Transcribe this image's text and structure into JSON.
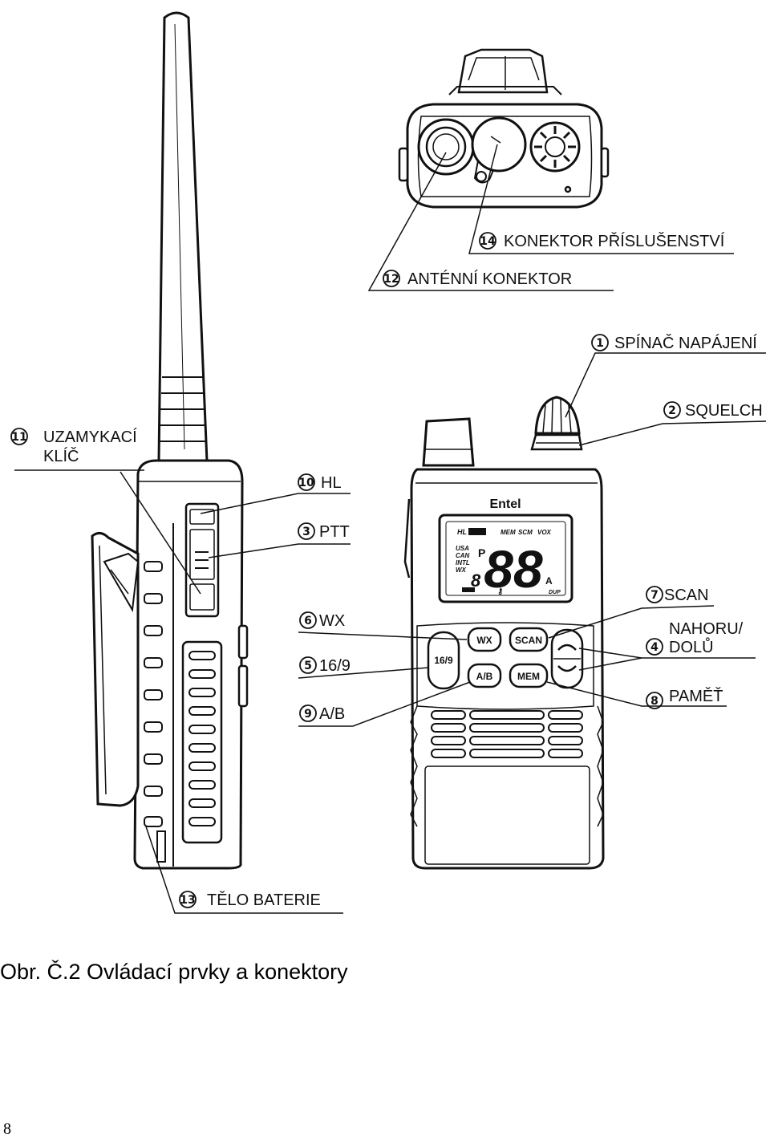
{
  "diagram": {
    "callouts": [
      {
        "id": "power",
        "number": "1",
        "label": "SPÍNAČ NAPÁJENÍ"
      },
      {
        "id": "squelch",
        "number": "2",
        "label": "SQUELCH"
      },
      {
        "id": "ptt",
        "number": "3",
        "label": "PTT"
      },
      {
        "id": "updown",
        "number": "4",
        "label_line1": "NAHORU/",
        "label_line2": "DOLŮ"
      },
      {
        "id": "ch169",
        "number": "5",
        "label": "16/9"
      },
      {
        "id": "wx",
        "number": "6",
        "label": "WX"
      },
      {
        "id": "scan",
        "number": "7",
        "label": "SCAN"
      },
      {
        "id": "memory",
        "number": "8",
        "label": "PAMĚŤ"
      },
      {
        "id": "ab",
        "number": "9",
        "label": "A/B"
      },
      {
        "id": "hl",
        "number": "10",
        "label": "HL"
      },
      {
        "id": "lock",
        "number": "11",
        "label_line1": "UZAMYKACÍ",
        "label_line2": "KLÍČ"
      },
      {
        "id": "antenna",
        "number": "12",
        "label": "ANTÉNNÍ KONEKTOR"
      },
      {
        "id": "battery",
        "number": "13",
        "label": "TĚLO BATERIE"
      },
      {
        "id": "accessory",
        "number": "14",
        "label": "KONEKTOR PŘÍSLUŠENSTVÍ"
      }
    ],
    "radio": {
      "brand": "Entel",
      "lcd": {
        "indicators": [
          "HL",
          "MEM",
          "SCM",
          "VOX"
        ],
        "regions": [
          "USA",
          "CAN",
          "INTL",
          "WX"
        ],
        "p_mark": "P",
        "small_digit": "8",
        "digits": "88",
        "a_mark": "A",
        "dup": "DUP"
      },
      "buttons": {
        "wx": "WX",
        "scan": "SCAN",
        "ch169": "16/9",
        "ab": "A/B",
        "mem": "MEM"
      }
    }
  },
  "caption": "Obr. Č.2 Ovládací prvky a konektory",
  "page_number": "8"
}
